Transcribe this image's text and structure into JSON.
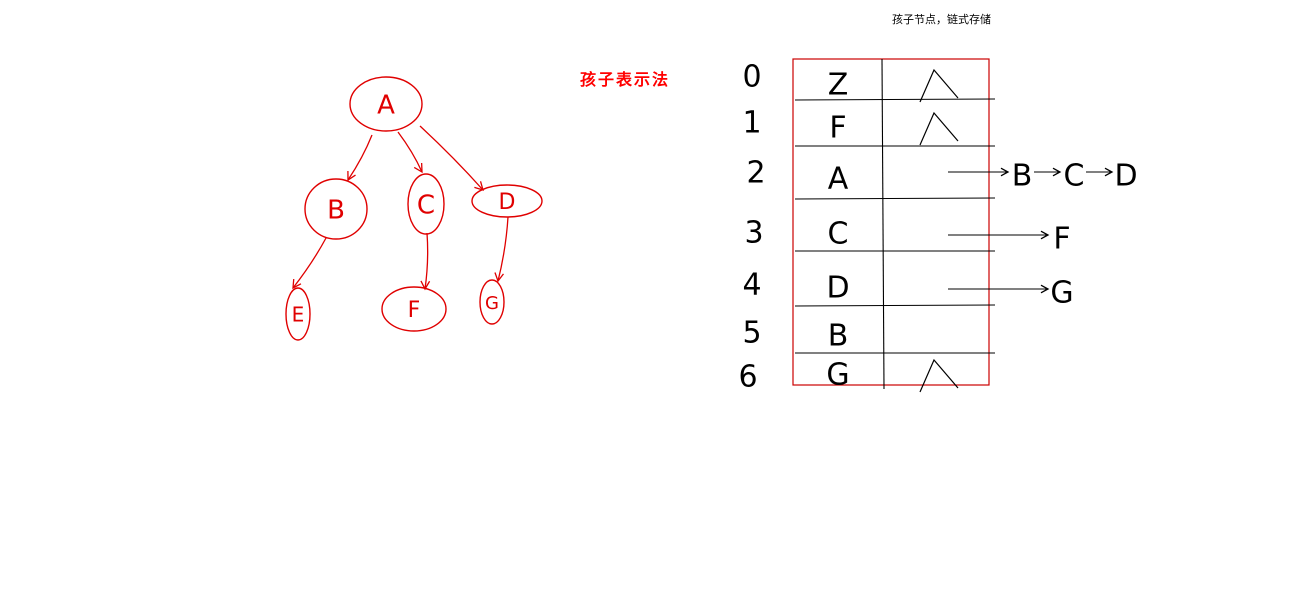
{
  "diagram": {
    "title": "孩子表示法",
    "note": "孩子节点，链式存储",
    "colors": {
      "tree": "#e00000",
      "table": "#cc0000",
      "ink": "#000000"
    },
    "tree": {
      "nodes": [
        "A",
        "B",
        "C",
        "D",
        "E",
        "F",
        "G"
      ],
      "edges": [
        [
          "A",
          "B"
        ],
        [
          "A",
          "C"
        ],
        [
          "A",
          "D"
        ],
        [
          "B",
          "E"
        ],
        [
          "C",
          "F"
        ],
        [
          "D",
          "G"
        ]
      ]
    },
    "table": {
      "rows": [
        {
          "index": "0",
          "data": "Z",
          "first_child": "^",
          "chain": []
        },
        {
          "index": "1",
          "data": "F",
          "first_child": "^",
          "chain": []
        },
        {
          "index": "2",
          "data": "A",
          "first_child": "",
          "chain": [
            "B",
            "C",
            "D"
          ]
        },
        {
          "index": "3",
          "data": "C",
          "first_child": "",
          "chain": [
            "F"
          ]
        },
        {
          "index": "4",
          "data": "D",
          "first_child": "",
          "chain": [
            "G"
          ]
        },
        {
          "index": "5",
          "data": "B",
          "first_child": "",
          "chain": []
        },
        {
          "index": "6",
          "data": "G",
          "first_child": "^",
          "chain": []
        }
      ]
    }
  }
}
